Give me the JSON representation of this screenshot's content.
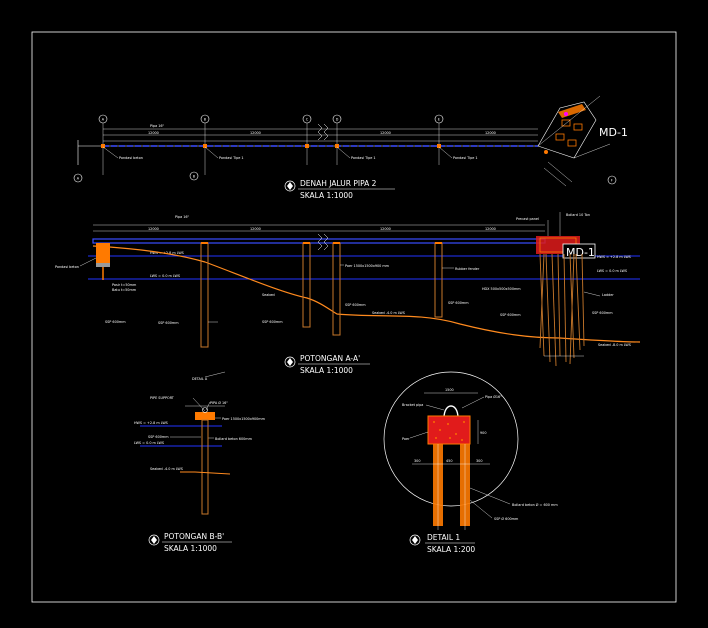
{
  "titles": {
    "plan": "DENAH JALUR PIPA 2",
    "plan_scale": "SKALA 1:1000",
    "section_aa": "POTONGAN A-A'",
    "section_aa_scale": "SKALA 1:1000",
    "section_bb": "POTONGAN B-B'",
    "section_bb_scale": "SKALA 1:1000",
    "detail1": "DETAIL 1",
    "detail1_scale": "SKALA 1:200"
  },
  "tags": {
    "md_plan": "MD-1",
    "md_section": "MD-1",
    "detail_ref": "DETAIL 1"
  },
  "grid_markers": [
    "A",
    "B",
    "C",
    "D",
    "E",
    "F"
  ],
  "plan_labels": {
    "pipe": "Pipa 16\"",
    "dim": "12000",
    "pondasi_beton": "Pondasi beton",
    "pondasi_tipe": "Pondasi Tipe 1"
  },
  "section_labels": {
    "pipe": "Pipa 16\"",
    "hws": "HWS = +2.8 m LWS",
    "lws": "LWS = 0.0 m LWS",
    "pondasi": "Pondasi beton",
    "pasir": "Pasir t=50mm",
    "batu": "Batu t=50mm",
    "ssp": "SSP 600mm",
    "seabed": "Seabed",
    "poer": "Poer 1500x1500x900 mm",
    "rubber": "Rubber fender",
    "bollard": "Bollard 10 Ton",
    "hws_right": "HWS = +2.8 m LWS",
    "lws_right": "LWS = 0.0 m LWS",
    "seabed_right": "Seabed -8.0 m LWS",
    "ladder": "Ladder",
    "ssp_right": "SSP 600mm",
    "precast": "Precast panel",
    "seabed_mid": "Seabed -4.0 m LWS",
    "bolt": "HDX 500x500x500mm"
  },
  "bb_labels": {
    "detail_a": "DETAIL A",
    "pipe": "PIPA Ø 16\"",
    "pipe_support": "PIPE SUPPORT",
    "hws": "HWS = +2.8 m LWS",
    "lws": "LWS = 0.0 m LWS",
    "ssp": "SSP 600mm",
    "pile": "Bollard beton 600mm",
    "poer": "Poer 1500x1500x900mm",
    "seabed": "Seabed -4.0 m LWS"
  },
  "detail_labels": {
    "pipe_clamp": "Bracket pipa",
    "pipe": "Pipa Ø16\"",
    "poer": "Poer",
    "dim_top": "1500",
    "dim_right": "900",
    "dim_a": "300",
    "dim_b": "450",
    "dim_c": "300",
    "pile_note": "Bollard beton Ø = 600 mm",
    "ssp": "SSP Ø 600mm"
  },
  "colors": {
    "bg": "#000000",
    "line": "#ffffff",
    "pipe": "#3a4cff",
    "ground": "#ff8a1e",
    "concrete": "#ff7a00",
    "pile": "#c8782a",
    "water": "#2233ff",
    "red": "#e11b1b",
    "magenta": "#ff00ff"
  }
}
